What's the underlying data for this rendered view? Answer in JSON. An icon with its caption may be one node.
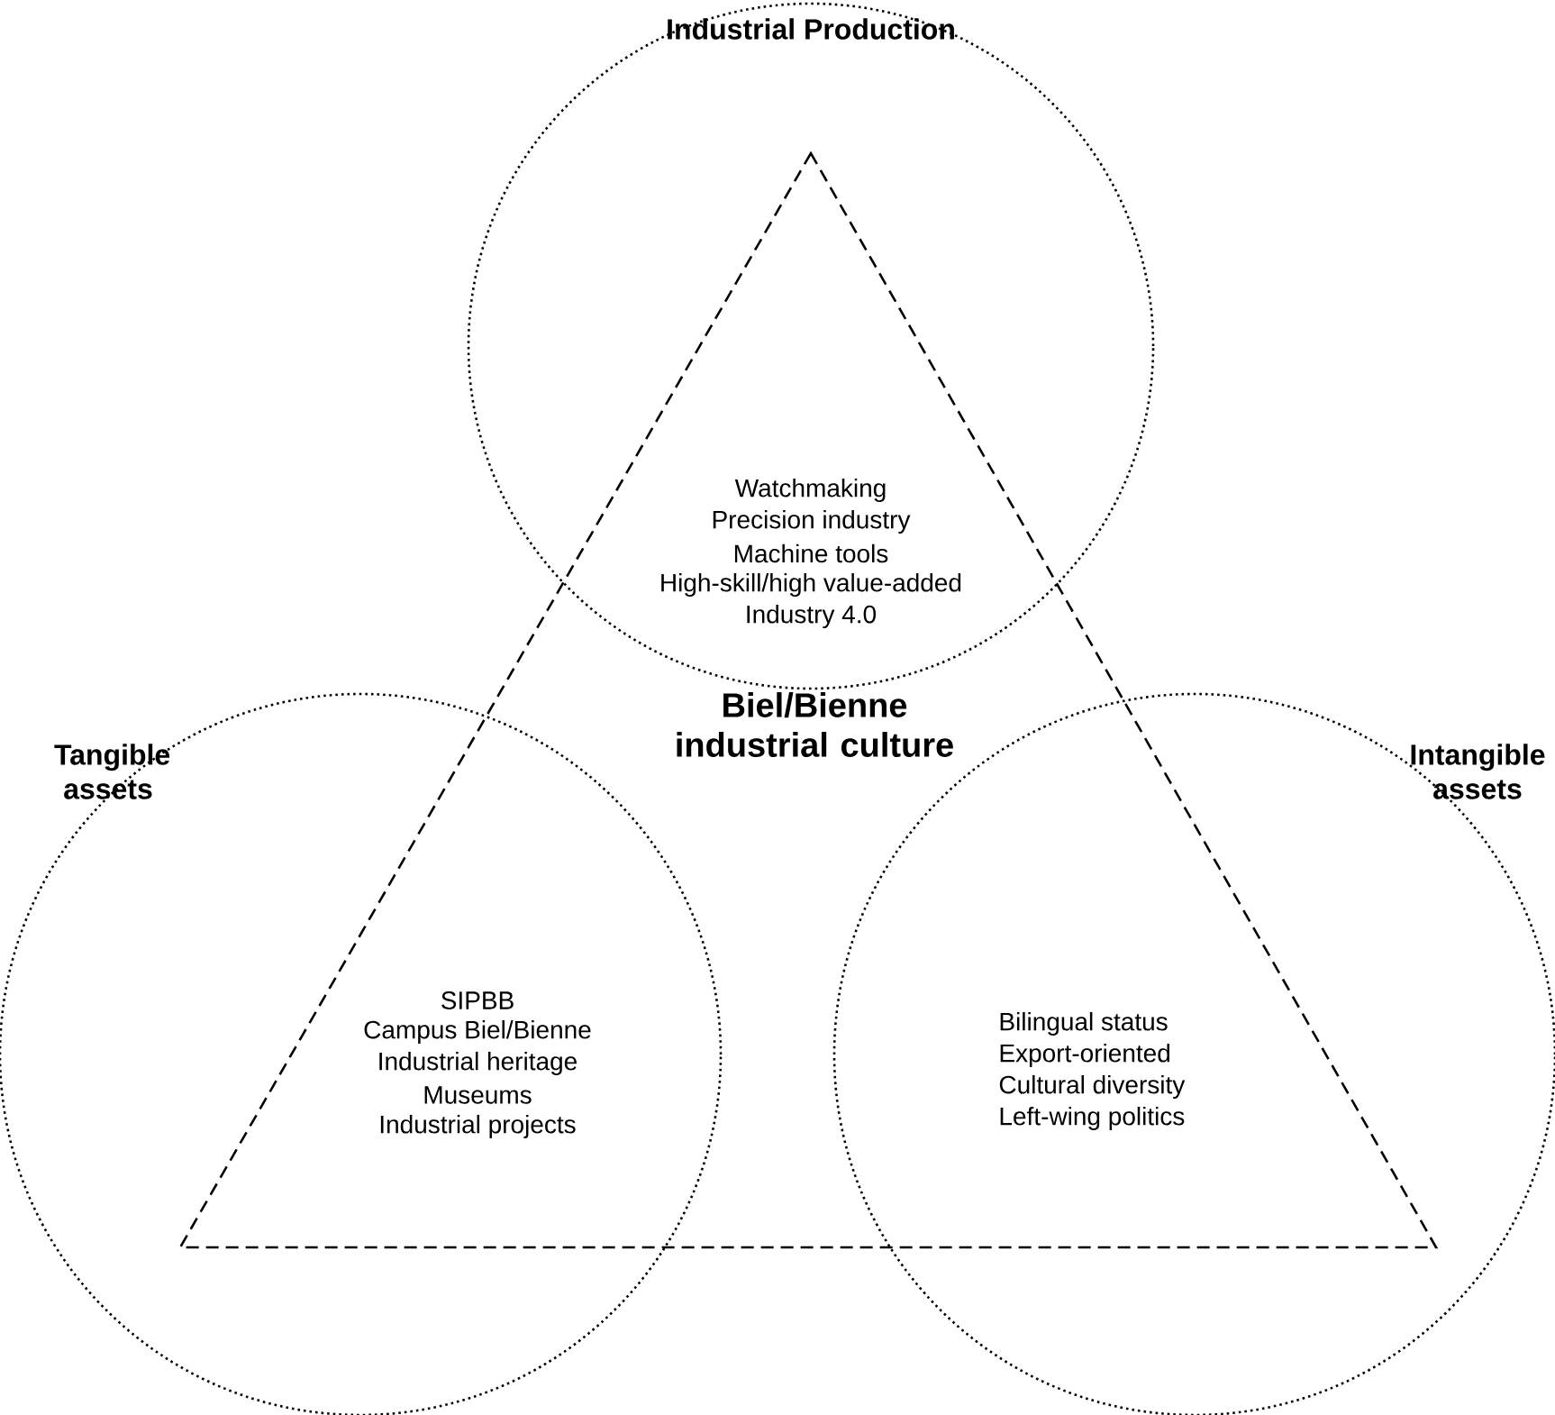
{
  "diagram": {
    "nodes": [
      {
        "text": [
          "Industrial Production",
          "Watchmaking",
          "Precision industry",
          "Machine tools",
          "High-skill/high value-added",
          "Industry 4.0"
        ]
      },
      {
        "text": [
          "Tangible assets",
          "SIPBB",
          "Campus Biel/Bienne",
          "Industrial heritage",
          "Museums",
          "Industrial projects"
        ]
      },
      {
        "text": [
          "Intangible assets",
          "Bilingual status",
          "Export-oriented",
          "Cultural diversity",
          "Left-wing politics"
        ]
      },
      {
        "text": [
          "Biel/Bienne industrial culture"
        ]
      }
    ]
  }
}
